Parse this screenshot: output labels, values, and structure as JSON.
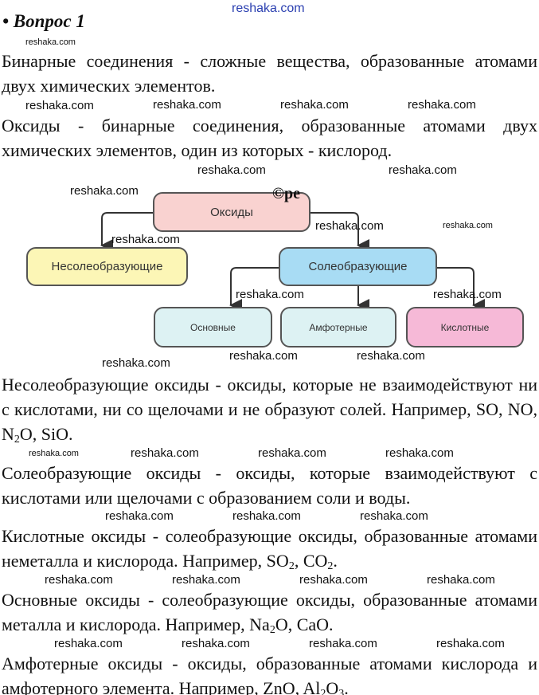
{
  "watermark": "reshaka.com",
  "title": "• Вопрос 1",
  "paragraphs": {
    "p1": "Бинарные соединения - сложные вещества, образованные атомами двух химических элементов.",
    "p2": "Оксиды - бинарные соединения, образованные атомами двух химических элементов, один из которых - кислород.",
    "p3": {
      "a": "Несолеобразующие оксиды - оксиды, которые не взаимодействуют ни с кислотами, ни со щелочами и не образуют солей. Например, SO, NO, N",
      "s1": "2",
      "b": "O, SiO."
    },
    "p4": "Солеобразующие оксиды - оксиды, которые взаимодействуют с кислотами или щелочами с образованием соли и воды.",
    "p5": {
      "a": "Кислотные оксиды - солеобразующие оксиды, образованные атомами неметалла и кислорода. Например, SO",
      "s1": "2",
      "b": ", CO",
      "s2": "2",
      "c": "."
    },
    "p6": {
      "a": "Основные оксиды - солеобразующие оксиды, образованные атомами металла и кислорода. Например, Na",
      "s1": "2",
      "b": "O, CaO."
    },
    "p7": {
      "a": "Амфотерные оксиды - оксиды, образованные атомами кислорода и амфотерного элемента. Например, ZnO, Al",
      "s1": "2",
      "b": "O",
      "s2": "3",
      "c": "."
    }
  },
  "diagram": {
    "fragment": "©ре",
    "root": "Оксиды",
    "non_salt": "Несолеобразующие",
    "salt": "Солеобразующие",
    "basic": "Основные",
    "amphoteric": "Амфотерные",
    "acidic": "Кислотные",
    "colors": {
      "root": "#f9d2d0",
      "non_salt": "#fcf6b6",
      "salt": "#a8dcf4",
      "basic": "#ddf2f3",
      "amphoteric": "#ddf2f3",
      "acidic": "#f6b9d7"
    }
  }
}
